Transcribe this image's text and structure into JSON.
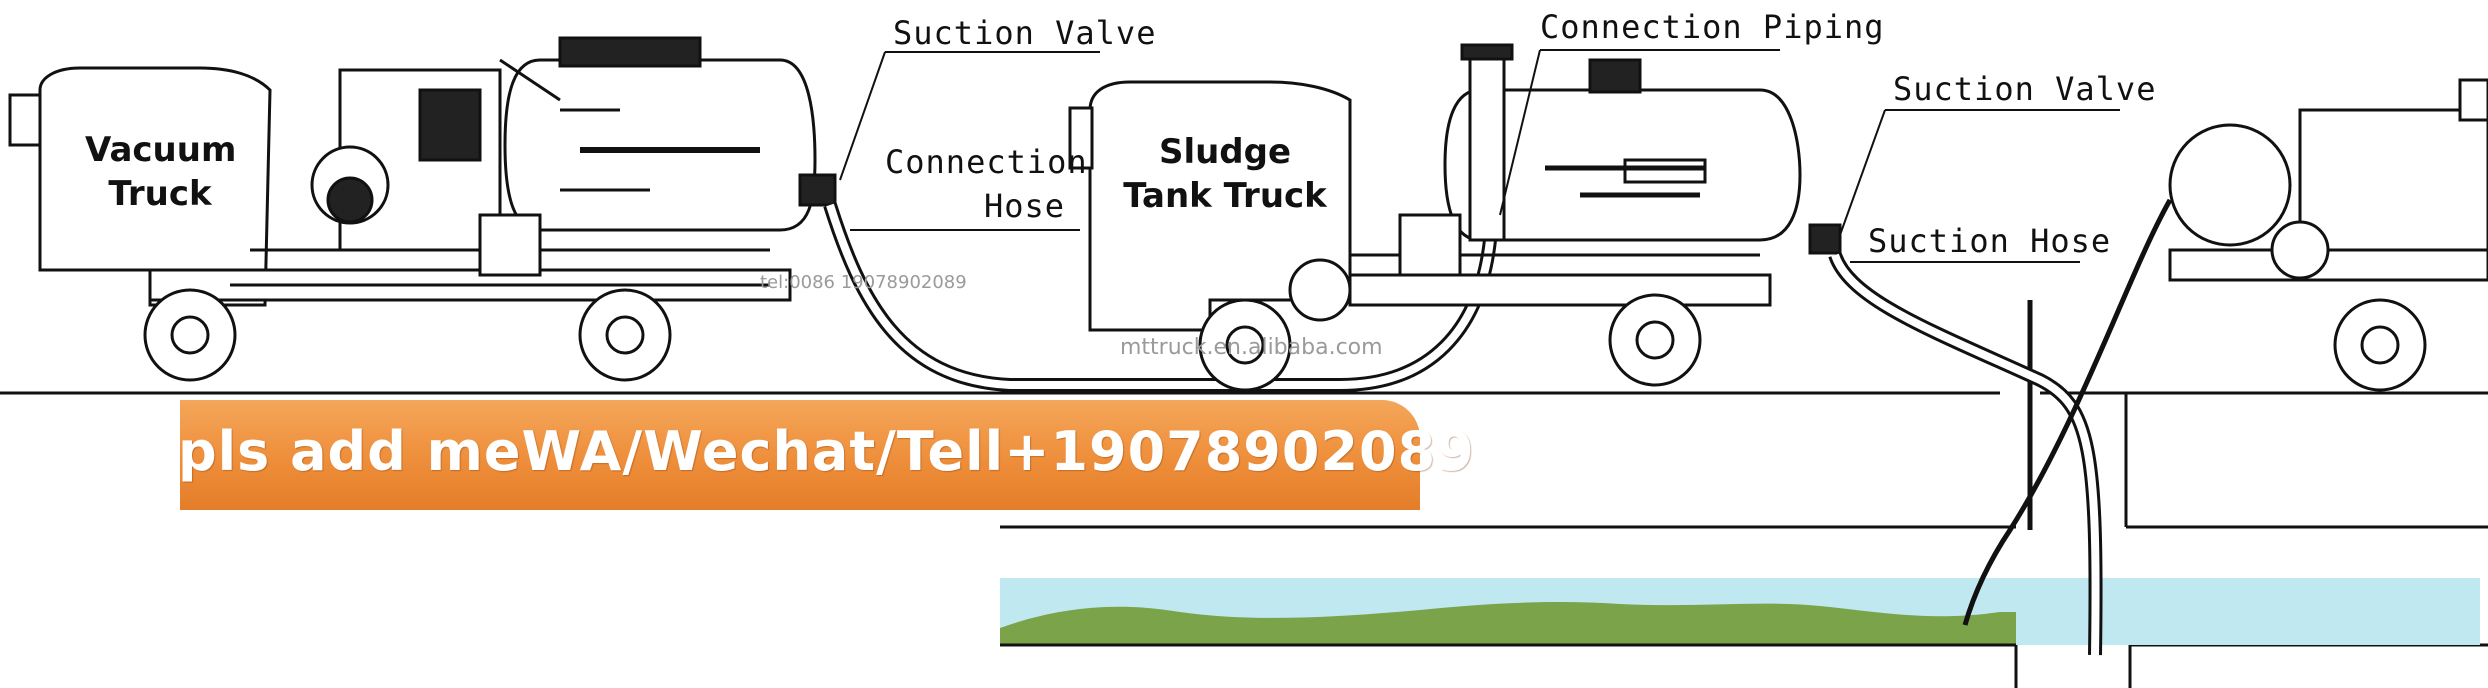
{
  "labels": {
    "vacuum_truck": "Vacuum\nTruck",
    "sludge_tank_truck": "Sludge\nTank Truck",
    "suction_valve_left": "Suction Valve",
    "connection_hose": "Connection\nHose",
    "connection_piping": "Connection Piping",
    "suction_valve_right": "Suction Valve",
    "suction_hose": "Suction Hose"
  },
  "banner": {
    "text": "pls add meWA/Wechat/Tell+19078902089",
    "color": "#ee8e3a"
  },
  "watermarks": {
    "site": "mttruck.en.alibaba.com",
    "phone": "tel:0086 19078902089"
  },
  "colors": {
    "water": "#bfe8f0",
    "sludge": "#7aa34a",
    "line": "#111111"
  }
}
